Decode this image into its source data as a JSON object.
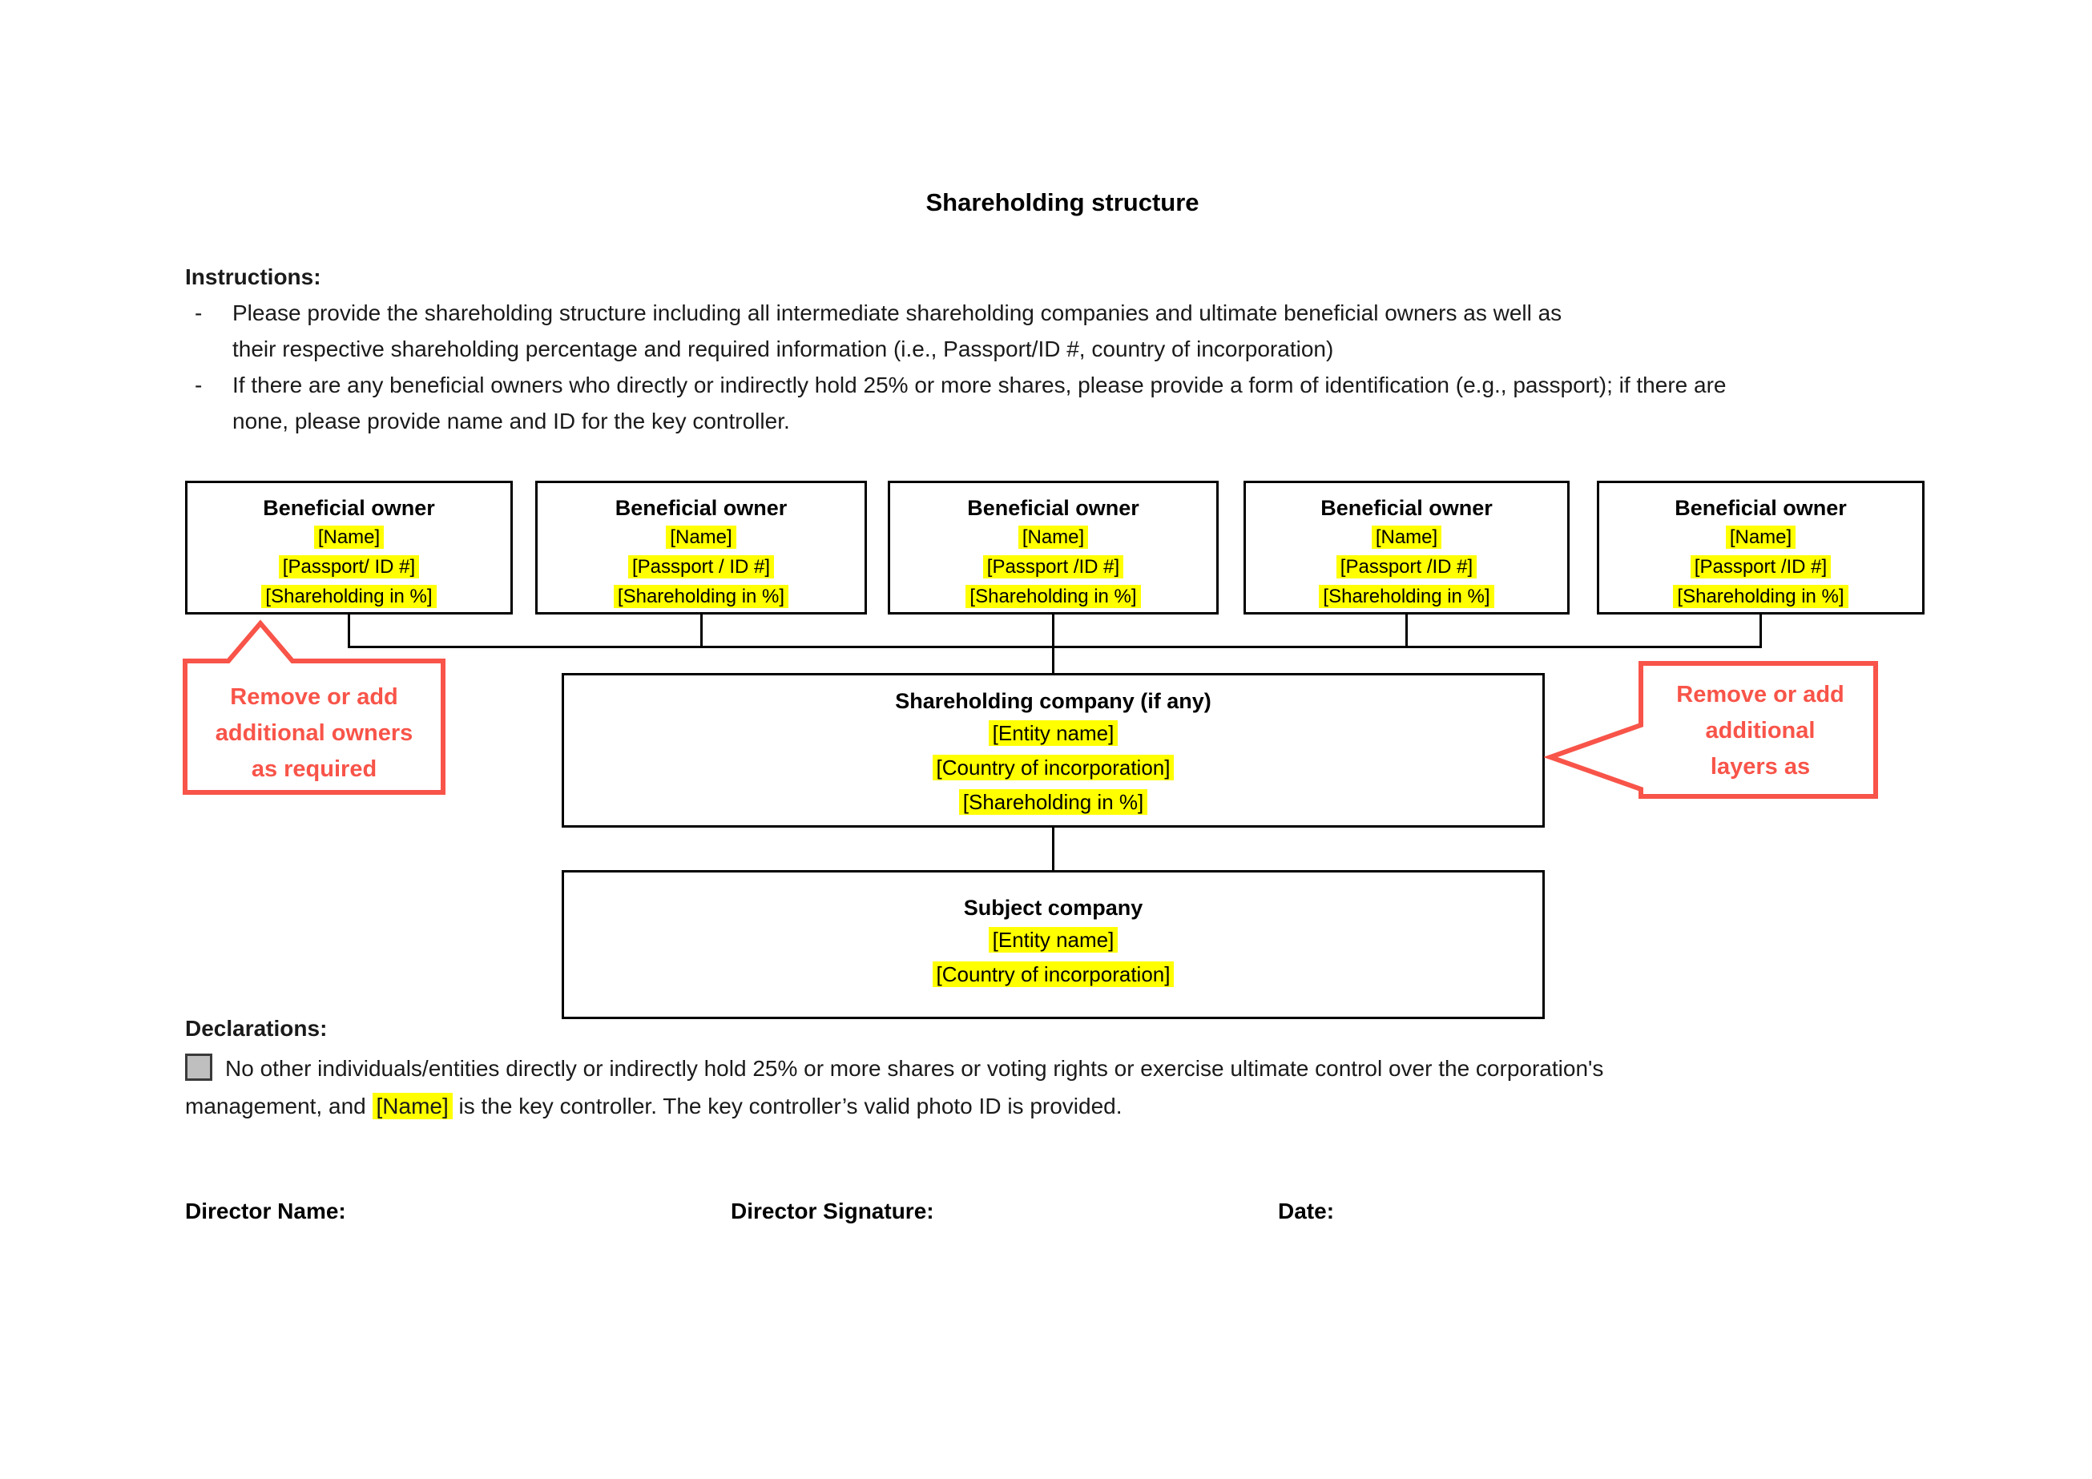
{
  "colors": {
    "highlight_yellow": "#FFFF00",
    "callout_red": "#F85449",
    "checkbox_fill": "#BFBFBF",
    "line_black": "#000000"
  },
  "page": {
    "title": "Shareholding structure"
  },
  "instructions": {
    "heading": "Instructions:",
    "bullet_marker": "-",
    "bullet1_line1": "Please provide the shareholding structure including all intermediate shareholding companies and ultimate beneficial owners as well as",
    "bullet1_line2": "their respective shareholding percentage and required information (i.e., Passport/ID #, country of incorporation)",
    "bullet2_line1": "If there are any beneficial owners who directly or indirectly hold 25% or more shares, please provide a form of identification (e.g., passport); if there are",
    "bullet2_line2": "none, please provide name and ID for the key controller."
  },
  "owners": [
    {
      "title": "Beneficial owner",
      "name": "[Name]",
      "id": "[Passport/ ID #]",
      "shareholding": "[Shareholding in %]"
    },
    {
      "title": "Beneficial owner",
      "name": "[Name]",
      "id": "[Passport / ID #]",
      "shareholding": "[Shareholding in %]"
    },
    {
      "title": "Beneficial owner",
      "name": "[Name]",
      "id": "[Passport /ID #]",
      "shareholding": "[Shareholding in %]"
    },
    {
      "title": "Beneficial owner",
      "name": "[Name]",
      "id": "[Passport /ID #]",
      "shareholding": "[Shareholding in %]"
    },
    {
      "title": "Beneficial owner",
      "name": "[Name]",
      "id": "[Passport /ID #]",
      "shareholding": "[Shareholding in %]"
    }
  ],
  "callouts": {
    "owners_note": [
      "Remove or add",
      "additional owners",
      "as required"
    ],
    "layers_note": [
      "Remove or add",
      "additional",
      "layers as"
    ]
  },
  "shareholding_company": {
    "title": "Shareholding company (if any)",
    "entity_name": "[Entity name]",
    "country": "[Country of incorporation]",
    "shareholding": "[Shareholding in %]"
  },
  "subject_company": {
    "title": "Subject company",
    "entity_name": "[Entity name]",
    "country": "[Country of incorporation]"
  },
  "declarations": {
    "heading": "Declarations:",
    "line1": "No other individuals/entities directly or indirectly hold 25% or more shares or voting rights or exercise ultimate control over the corporation's",
    "line2_before": "management, and ",
    "name_placeholder": "[Name]",
    "line2_after": " is the key controller. The key controller’s valid photo ID is provided."
  },
  "footer": {
    "director_name_label": "Director Name:",
    "director_signature_label": "Director Signature:",
    "date_label": "Date:"
  }
}
